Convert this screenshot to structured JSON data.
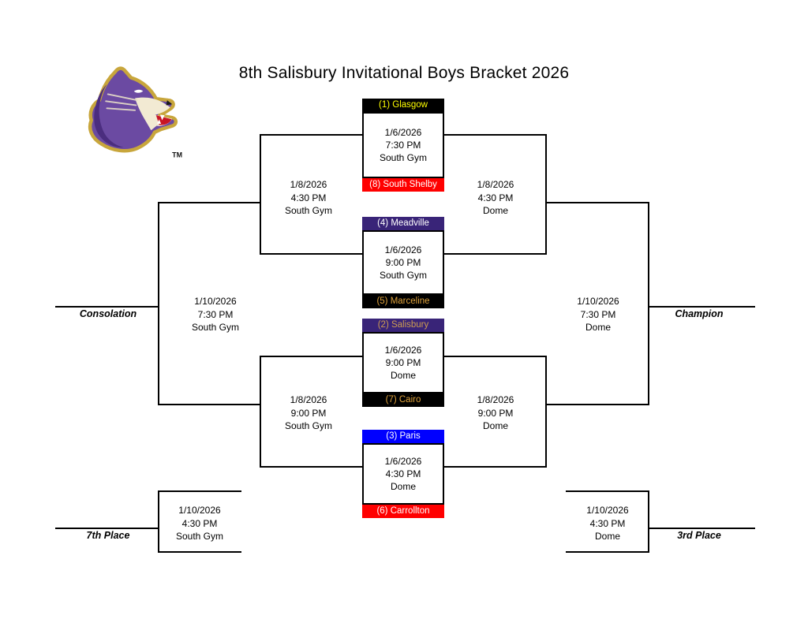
{
  "title": "8th Salisbury Invitational Boys Bracket 2026",
  "logo": {
    "name": "panther-mascot",
    "trademark": "TM"
  },
  "colors": {
    "line": "#000000",
    "black": "#000000",
    "red": "#FF0000",
    "purple": "#392478",
    "blue": "#0000FF",
    "yellow": "#FFFF00",
    "gold": "#E0A33C",
    "salisbury_gold": "#CE9D52",
    "white": "#FFFFFF"
  },
  "first_round": [
    {
      "top": {
        "seed_label": "(1) Glasgow",
        "bg": "#000000",
        "fg": "#FFFF00"
      },
      "bottom": {
        "seed_label": "(8) South Shelby",
        "bg": "#FF0000",
        "fg": "#FFFFFF"
      },
      "date": "1/6/2026",
      "time": "7:30 PM",
      "venue": "South Gym"
    },
    {
      "top": {
        "seed_label": "(4) Meadville",
        "bg": "#392478",
        "fg": "#FFFFFF"
      },
      "bottom": {
        "seed_label": "(5) Marceline",
        "bg": "#000000",
        "fg": "#E0A33C"
      },
      "date": "1/6/2026",
      "time": "9:00 PM",
      "venue": "South Gym"
    },
    {
      "top": {
        "seed_label": "(2) Salisbury",
        "bg": "#392478",
        "fg": "#CE9D52"
      },
      "bottom": {
        "seed_label": "(7) Cairo",
        "bg": "#000000",
        "fg": "#E0A33C"
      },
      "date": "1/6/2026",
      "time": "9:00 PM",
      "venue": "Dome"
    },
    {
      "top": {
        "seed_label": "(3) Paris",
        "bg": "#0000FF",
        "fg": "#FFFFFF"
      },
      "bottom": {
        "seed_label": "(6) Carrollton",
        "bg": "#FF0000",
        "fg": "#FFFFFF"
      },
      "date": "1/6/2026",
      "time": "4:30 PM",
      "venue": "Dome"
    }
  ],
  "second_round": {
    "left_top": {
      "date": "1/8/2026",
      "time": "4:30 PM",
      "venue": "South Gym"
    },
    "left_bottom": {
      "date": "1/8/2026",
      "time": "9:00 PM",
      "venue": "South Gym"
    },
    "right_top": {
      "date": "1/8/2026",
      "time": "4:30 PM",
      "venue": "Dome"
    },
    "right_bottom": {
      "date": "1/8/2026",
      "time": "9:00 PM",
      "venue": "Dome"
    }
  },
  "finals": {
    "consolation": {
      "label": "Consolation",
      "date": "1/10/2026",
      "time": "7:30 PM",
      "venue": "South Gym"
    },
    "champion": {
      "label": "Champion",
      "date": "1/10/2026",
      "time": "7:30 PM",
      "venue": "Dome"
    },
    "seventh": {
      "label": "7th Place",
      "date": "1/10/2026",
      "time": "4:30 PM",
      "venue": "South Gym"
    },
    "third": {
      "label": "3rd Place",
      "date": "1/10/2026",
      "time": "4:30 PM",
      "venue": "Dome"
    }
  }
}
